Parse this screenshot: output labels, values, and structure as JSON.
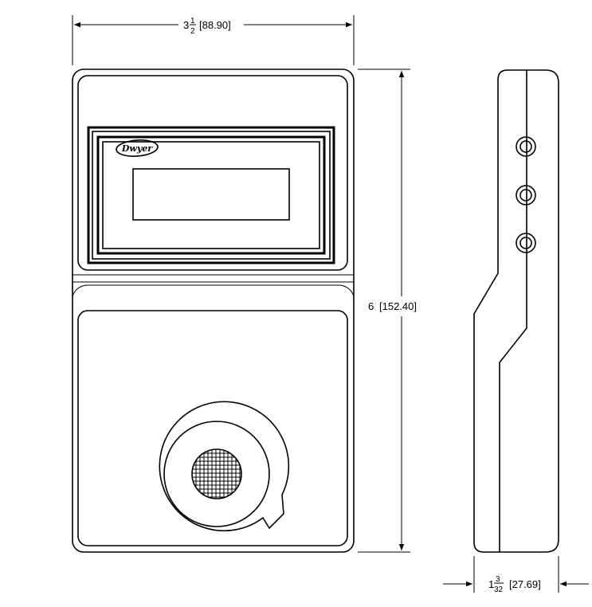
{
  "brand": {
    "logo_text": "Dwyer"
  },
  "dimensions": {
    "width": {
      "whole": "3",
      "num": "1",
      "den": "2",
      "metric": "[88.90]"
    },
    "height": {
      "label": "6",
      "metric": "[152.40]"
    },
    "depth": {
      "whole": "1",
      "num": "3",
      "den": "32",
      "metric": "[27.69]"
    }
  }
}
